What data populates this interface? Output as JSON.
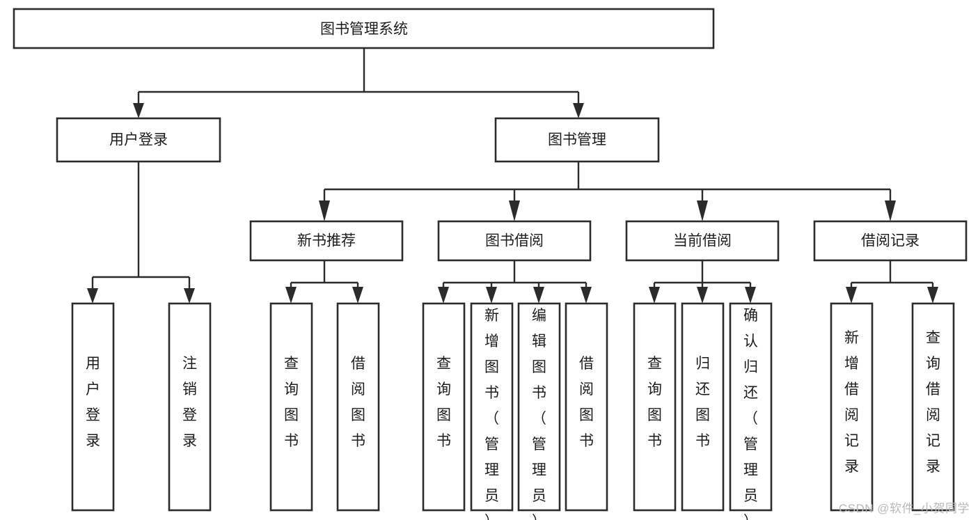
{
  "diagram": {
    "type": "tree-hierarchy-chart",
    "title": "图书管理系统",
    "watermark": "CSDN @软件_小贺同学",
    "colors": {
      "box_fill": "#ffffff",
      "box_stroke": "#2b2b2b",
      "connector": "#2b2b2b",
      "text": "#1c1c1c",
      "watermark": "#b9b9b9",
      "background": "#ffffff"
    },
    "levels": {
      "root": {
        "label": "图书管理系统"
      },
      "level2": [
        {
          "label": "用户登录"
        },
        {
          "label": "图书管理"
        }
      ],
      "level3": [
        {
          "label": "新书推荐"
        },
        {
          "label": "图书借阅"
        },
        {
          "label": "当前借阅"
        },
        {
          "label": "借阅记录"
        }
      ],
      "leaves": [
        {
          "label": "用户登录",
          "parent": "用户登录"
        },
        {
          "label": "注销登录",
          "parent": "用户登录"
        },
        {
          "label": "查询图书",
          "parent": "新书推荐"
        },
        {
          "label": "借阅图书",
          "parent": "新书推荐"
        },
        {
          "label": "查询图书",
          "parent": "图书借阅"
        },
        {
          "label": "新增图书（管理员）",
          "parent": "图书借阅"
        },
        {
          "label": "编辑图书（管理员）",
          "parent": "图书借阅"
        },
        {
          "label": "借阅图书",
          "parent": "图书借阅"
        },
        {
          "label": "查询图书",
          "parent": "当前借阅"
        },
        {
          "label": "归还图书",
          "parent": "当前借阅"
        },
        {
          "label": "确认归还（管理员）",
          "parent": "当前借阅"
        },
        {
          "label": "新增借阅记录",
          "parent": "借阅记录"
        },
        {
          "label": "查询借阅记录",
          "parent": "借阅记录"
        }
      ]
    }
  }
}
